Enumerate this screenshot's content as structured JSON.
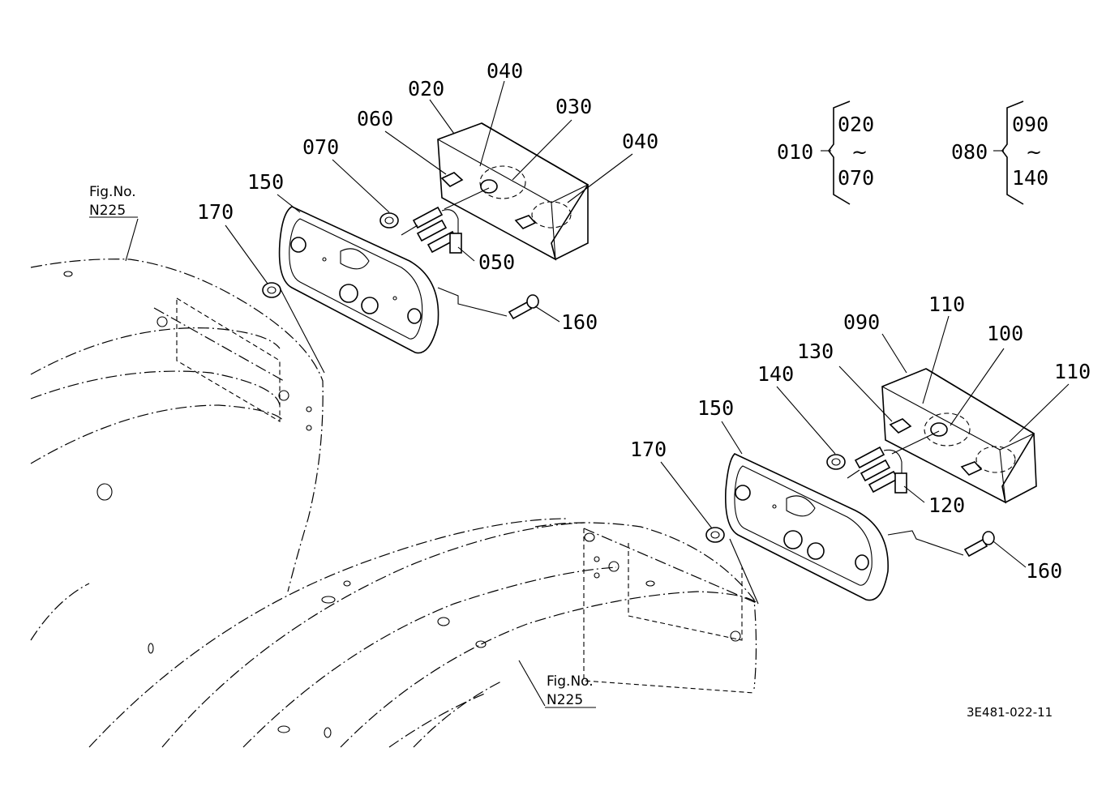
{
  "figure_code": "3E481-022-11",
  "fig_refs": [
    {
      "line1": "Fig.No.",
      "line2": "N225"
    },
    {
      "line1": "Fig.No.",
      "line2": "N225"
    }
  ],
  "assemblies": [
    {
      "parent": "010",
      "from": "020",
      "tilde": "~",
      "to": "070"
    },
    {
      "parent": "080",
      "from": "090",
      "tilde": "~",
      "to": "140"
    }
  ],
  "left_lamp_labels": {
    "lens": "020",
    "screw_a": "040",
    "bulb": "030",
    "screw_b": "040",
    "socket": "060",
    "grommet": "070",
    "harness": "050",
    "bracket": "150",
    "nut": "170",
    "bolt": "160"
  },
  "right_lamp_labels": {
    "lens": "090",
    "screw_a": "110",
    "bulb": "100",
    "screw_b": "110",
    "socket": "130",
    "grommet": "140",
    "harness": "120",
    "bracket": "150",
    "nut": "170",
    "bolt": "160"
  }
}
